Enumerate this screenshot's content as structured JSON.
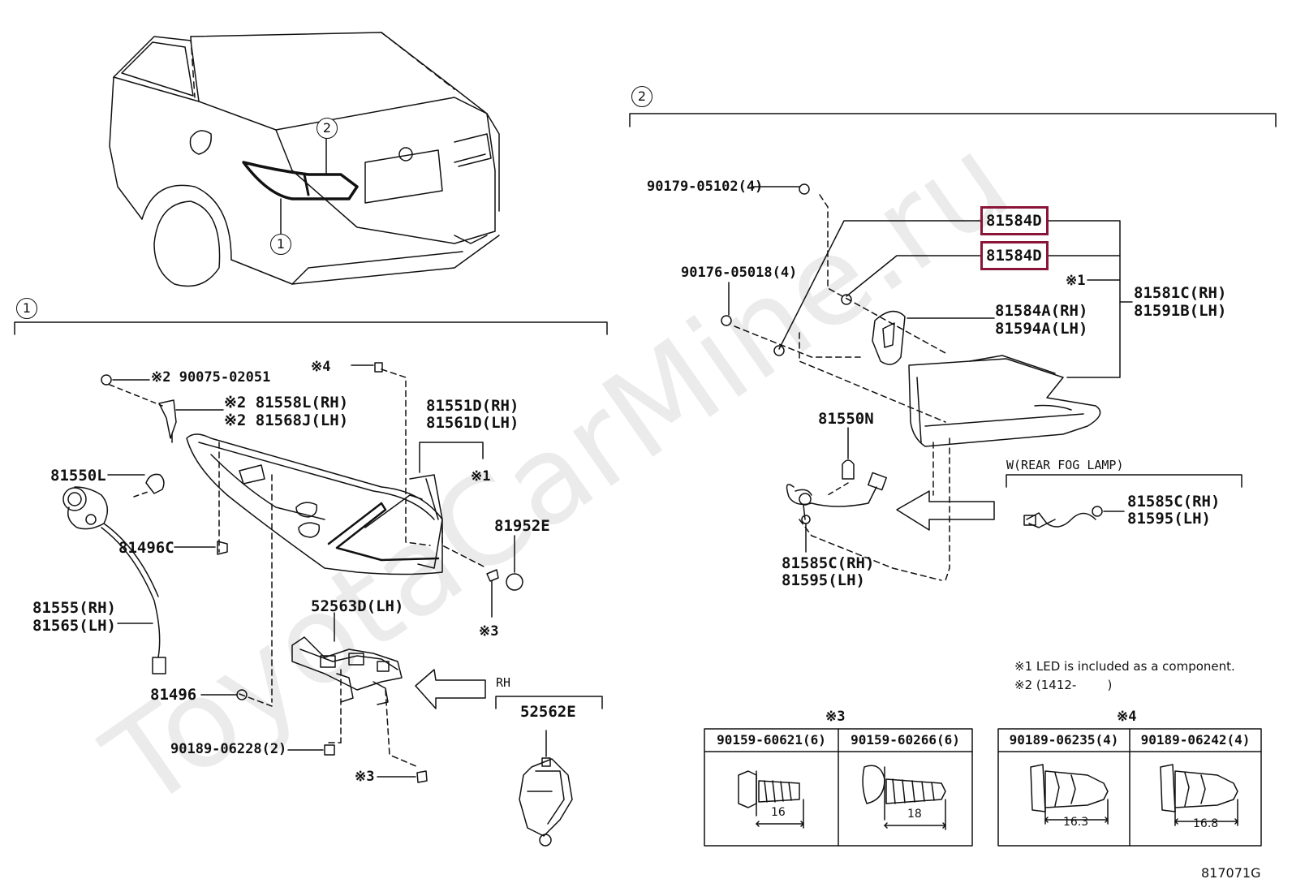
{
  "diagram": {
    "watermark": "ToyotaCarMine.ru",
    "figure_code": "817071G",
    "callouts": {
      "one": "1",
      "two": "2"
    },
    "notes": {
      "n1": "※1 LED is included as a component.",
      "n2": "※2 (1412-        )"
    },
    "section1": {
      "p90075": "※2 90075-02051",
      "p81558": "※2 81558L(RH)",
      "p81568": "※2 81568J(LH)",
      "mark4": "※4",
      "p81551": "81551D(RH)",
      "p81561": "81561D(LH)",
      "mark1": "※1",
      "p81550L": "81550L",
      "p81496C": "81496C",
      "p81952E": "81952E",
      "mark3a": "※3",
      "p81555": "81555(RH)",
      "p81565": "81565(LH)",
      "p52563D": "52563D(LH)",
      "p81496": "81496",
      "rh": "RH",
      "p52562E": "52562E",
      "p90189_06228": "90189-06228(2)",
      "mark3b": "※3"
    },
    "section2": {
      "p90179": "90179-05102(4)",
      "p81584D_a": "81584D",
      "p81584D_b": "81584D",
      "p90176": "90176-05018(4)",
      "mark1": "※1",
      "p81581C": "81581C(RH)",
      "p81591B": "81591B(LH)",
      "p81584A": "81584A(RH)",
      "p81594A": "81594A(LH)",
      "p81550N": "81550N",
      "fog": "W(REAR FOG LAMP)",
      "p81585C_r": "81585C(RH)",
      "p81595_r": "81595(LH)",
      "p81585C_b": "81585C(RH)",
      "p81595_b": "81595(LH)"
    },
    "table3": {
      "mark": "※3",
      "cols": [
        "90159-60621(6)",
        "90159-60266(6)"
      ],
      "dims": [
        "16",
        "18"
      ]
    },
    "table4": {
      "mark": "※4",
      "cols": [
        "90189-06235(4)",
        "90189-06242(4)"
      ],
      "dims": [
        "16.3",
        "16.8"
      ]
    },
    "colors": {
      "highlight": "#8a1538",
      "line": "#111111",
      "watermark": "#e6e6e6"
    }
  }
}
